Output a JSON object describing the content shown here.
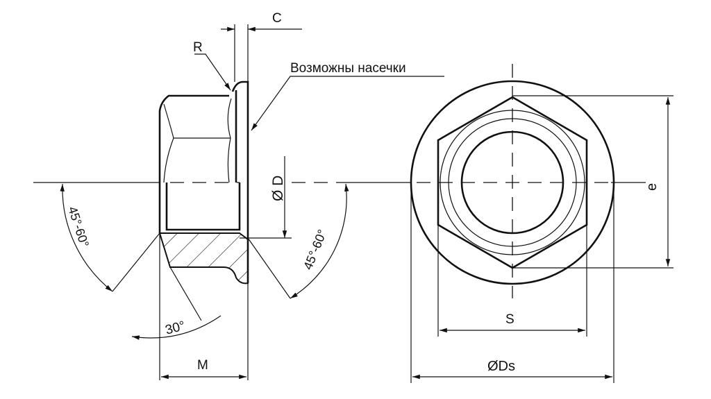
{
  "labels": {
    "c": "C",
    "r": "R",
    "notches_note": "Возможны насечки",
    "diameter_d": "Ø D",
    "angle_left": "45°-60°",
    "angle_right": "45°-60°",
    "angle_30": "30°",
    "m": "M",
    "e": "e",
    "s": "S",
    "diameter_ds": "ØDs"
  },
  "colors": {
    "line": "#111111",
    "background": "#ffffff"
  }
}
